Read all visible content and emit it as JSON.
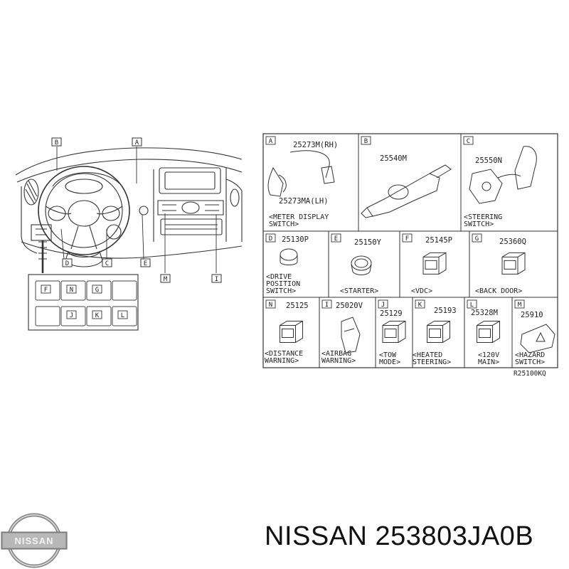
{
  "dashboard": {
    "top_callouts": [
      "B",
      "A"
    ],
    "bottom_callouts": [
      "D",
      "C",
      "E",
      "M",
      "I"
    ],
    "switch_grid": [
      "F",
      "N",
      "G",
      "",
      "",
      "J",
      "K",
      "L"
    ]
  },
  "cells": {
    "A": {
      "letter": "A",
      "parts": [
        "25273M(RH)",
        "25273MA(LH)"
      ],
      "desc": [
        "<METER DISPLAY",
        "SWITCH>"
      ]
    },
    "B": {
      "letter": "B",
      "parts": [
        "25540M"
      ],
      "desc": []
    },
    "C": {
      "letter": "C",
      "parts": [
        "25550N"
      ],
      "desc": [
        "<STEERING",
        "SWITCH>"
      ]
    },
    "D": {
      "letter": "D",
      "parts": [
        "25130P"
      ],
      "desc": [
        "<DRIVE",
        "POSITION",
        "SWITCH>"
      ]
    },
    "E": {
      "letter": "E",
      "parts": [
        "25150Y"
      ],
      "desc": [
        "<STARTER>"
      ]
    },
    "F": {
      "letter": "F",
      "parts": [
        "25145P"
      ],
      "desc": [
        "<VDC>"
      ]
    },
    "G": {
      "letter": "G",
      "parts": [
        "25360Q"
      ],
      "desc": [
        "<BACK DOOR>"
      ]
    },
    "N": {
      "letter": "N",
      "parts": [
        "25125"
      ],
      "desc": [
        "<DISTANCE",
        "WARNING>"
      ]
    },
    "I": {
      "letter": "I",
      "parts": [
        "25020V"
      ],
      "desc": [
        "<AIRBAG",
        "WARNING>"
      ]
    },
    "J": {
      "letter": "J",
      "parts": [
        "25129"
      ],
      "desc": [
        "<TOW",
        "MODE>"
      ]
    },
    "K": {
      "letter": "K",
      "parts": [
        "25193"
      ],
      "desc": [
        "<HEATED",
        "STEERING>"
      ]
    },
    "L": {
      "letter": "L",
      "parts": [
        "25328M"
      ],
      "desc": [
        "<120V",
        "MAIN>"
      ]
    },
    "M": {
      "letter": "M",
      "parts": [
        "25910"
      ],
      "desc": [
        "<HAZARD",
        "SWITCH>"
      ]
    }
  },
  "diagram_ref": "R25100KQ",
  "footer": {
    "brand_logo_text": "NISSAN",
    "caption": "NISSAN 253803JA0B"
  }
}
